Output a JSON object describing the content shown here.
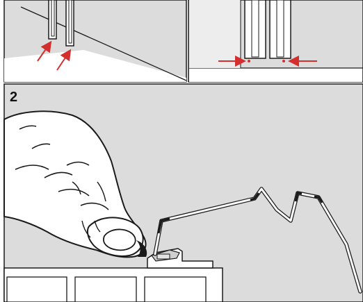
{
  "instruction_sheet": {
    "step_number": "2",
    "colors": {
      "background_panel": "#dcdcdc",
      "background_white": "#ffffff",
      "line": "#1a1a1a",
      "accent_arrow": "#d32f2f"
    },
    "icons": [
      "red-arrow-icon",
      "hand-illustration",
      "spring-clip-wire",
      "window-frame",
      "rail-profile"
    ]
  }
}
